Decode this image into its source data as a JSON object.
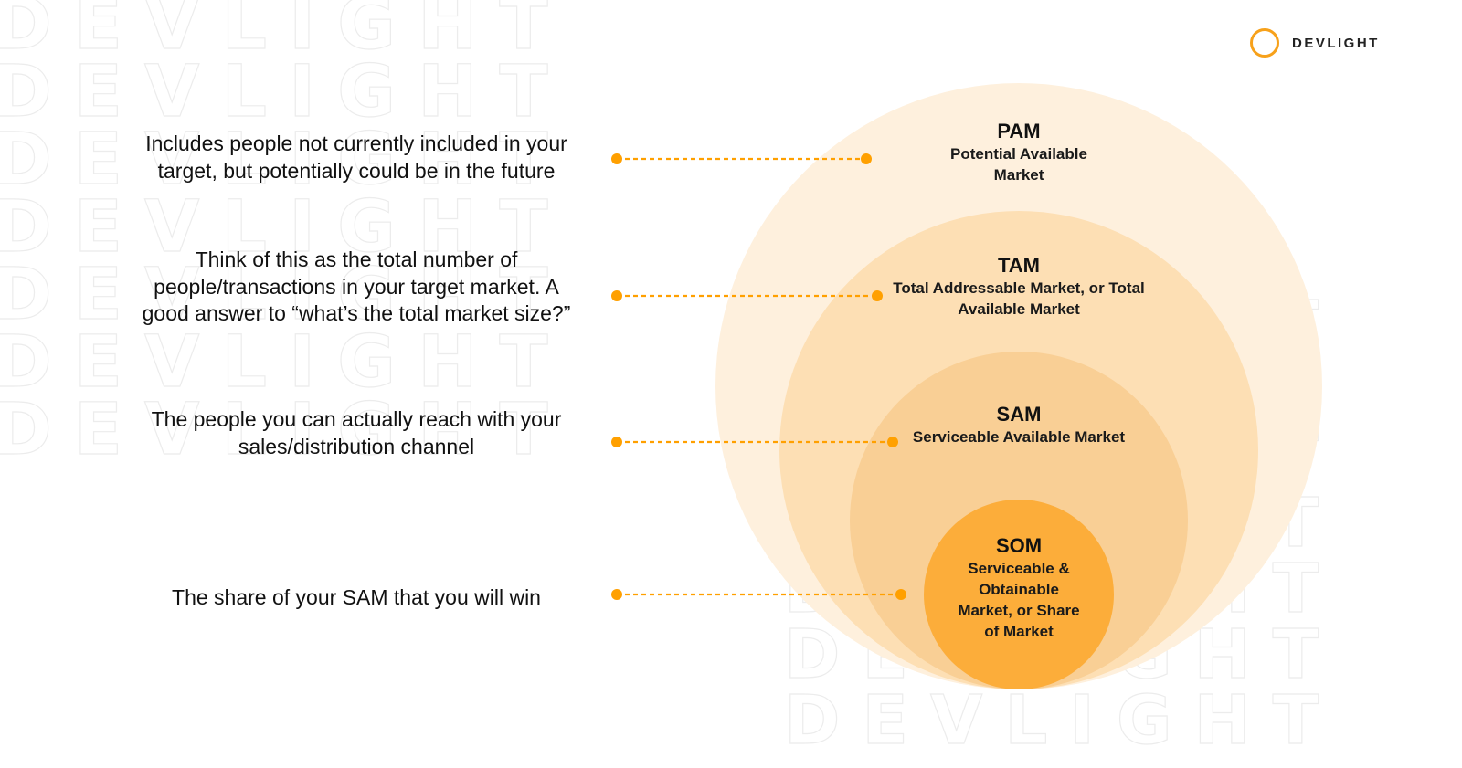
{
  "brand": {
    "name": "DEVLIGHT",
    "watermark_text": "DEVLIGHT",
    "accent_color": "#f7a11a"
  },
  "descriptions": [
    {
      "key": "PAM",
      "text": "Includes people not currently included in your target, but potentially could be in the future"
    },
    {
      "key": "TAM",
      "text": "Think of this as the total number of people/transactions in your target market. A good answer to “what’s the total market size?”"
    },
    {
      "key": "SAM",
      "text": "The people you can actually reach with your sales/distribution channel"
    },
    {
      "key": "SOM",
      "text": "The share of your SAM that you will win"
    }
  ],
  "markets": [
    {
      "abbr": "PAM",
      "full": "Potential Available Market",
      "color": "#fef0dd"
    },
    {
      "abbr": "TAM",
      "full": "Total Addressable Market, or Total Available Market",
      "color": "#fddfb4"
    },
    {
      "abbr": "SAM",
      "full": "Serviceable Available Market",
      "color": "#f9cf95"
    },
    {
      "abbr": "SOM",
      "full": "Serviceable & Obtainable Market, or Share of Market",
      "color": "#fcad3a"
    }
  ],
  "connector_color": "#ffa000"
}
